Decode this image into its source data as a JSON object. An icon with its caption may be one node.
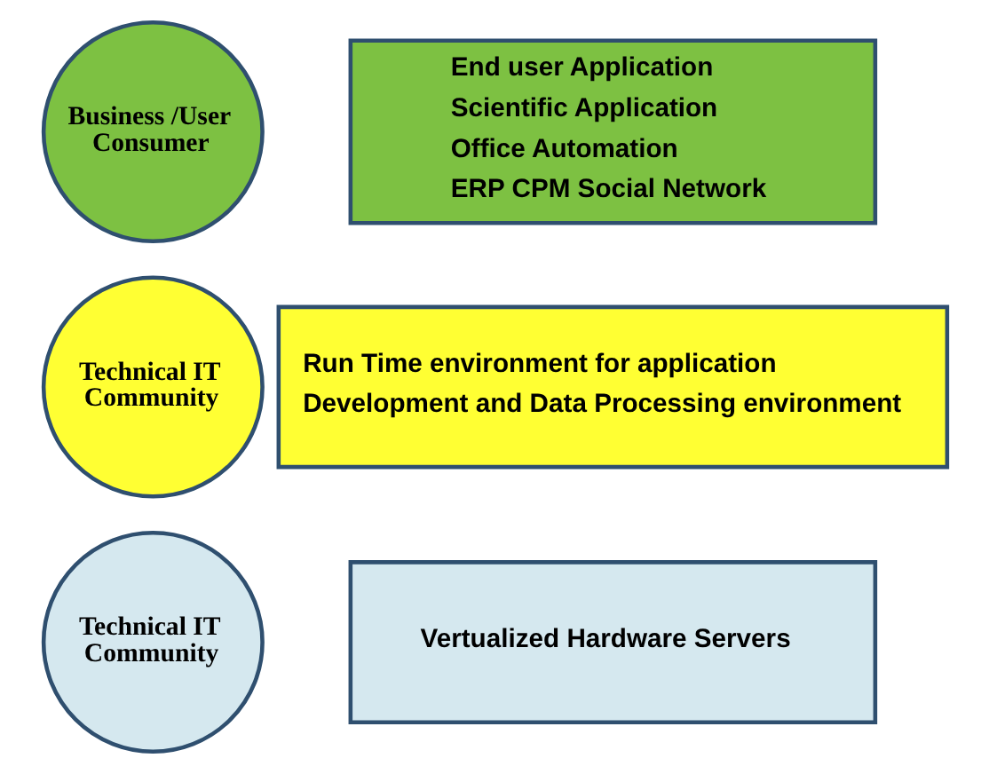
{
  "diagram": {
    "nodes": [
      {
        "text": [
          "Business /User Consumer"
        ]
      },
      {
        "text": [
          "End user Application",
          "Scientific Application",
          "Office Automation",
          "ERP CPM Social Network"
        ]
      },
      {
        "text": [
          "Technical IT Community"
        ]
      },
      {
        "text": [
          "Run Time environment for application",
          "Development and Data Processing environment"
        ]
      },
      {
        "text": [
          "Technical IT Community"
        ]
      },
      {
        "text": [
          "Vertualized Hardware Servers"
        ]
      }
    ]
  }
}
